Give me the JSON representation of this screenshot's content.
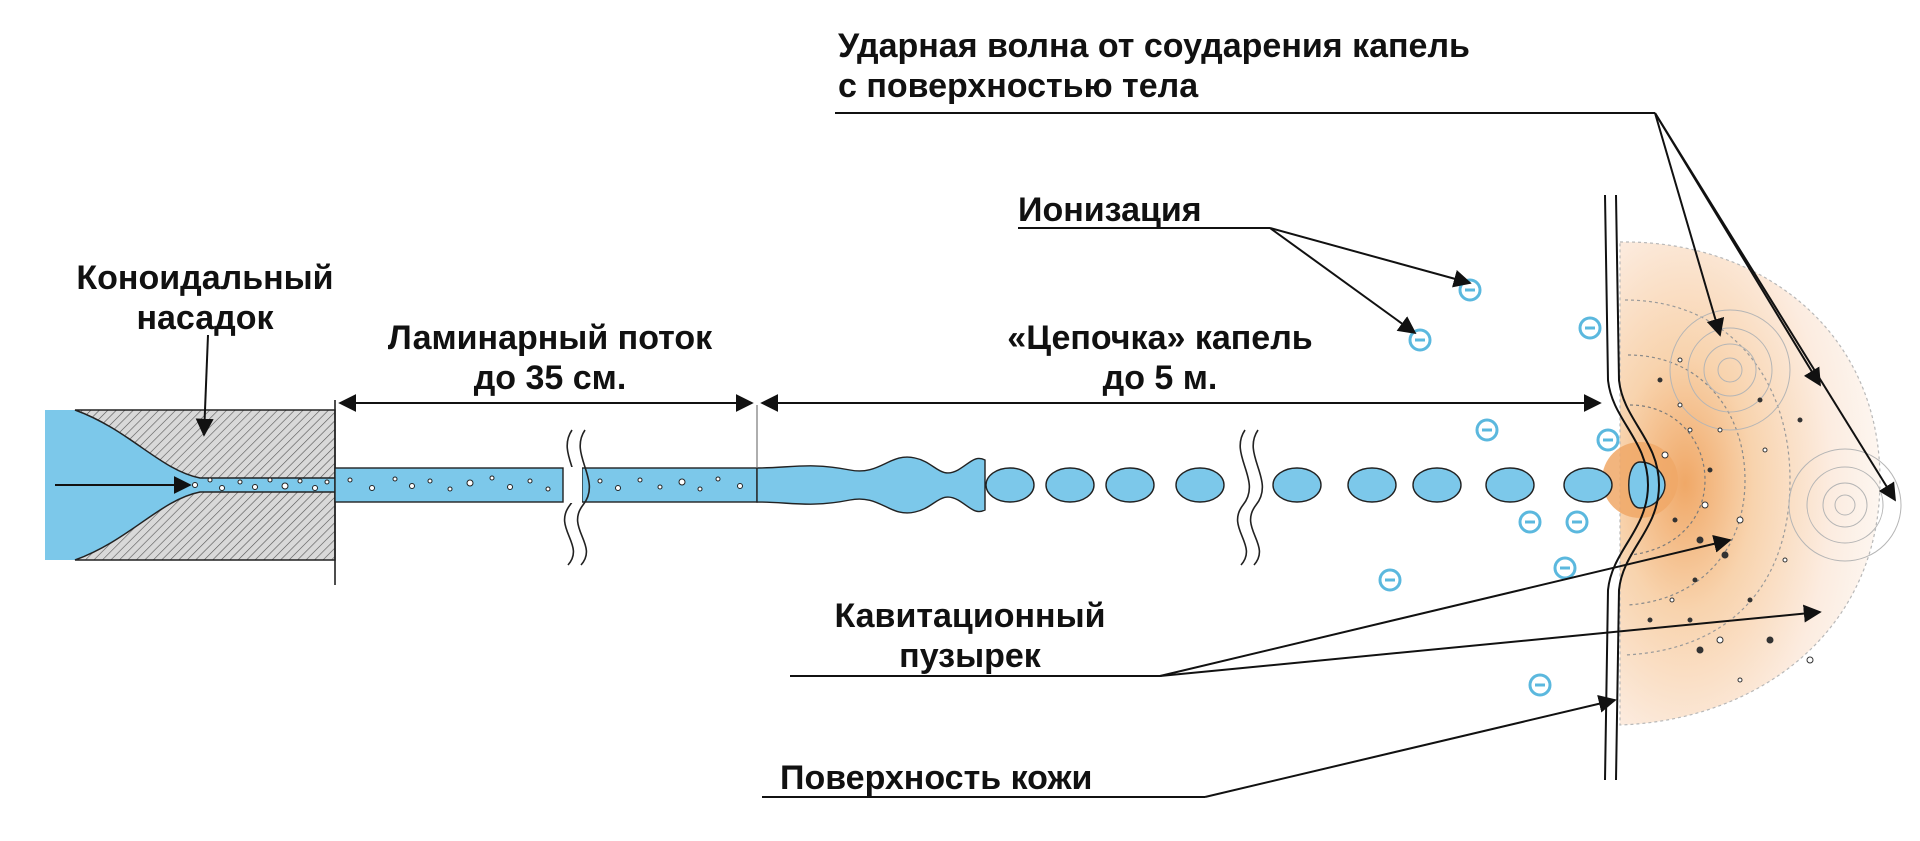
{
  "labels": {
    "nozzle": [
      "Коноидальный",
      "насадок"
    ],
    "laminar": [
      "Ламинарный поток",
      "до 35 см."
    ],
    "chain": [
      "«Цепочка» капель",
      "до 5 м."
    ],
    "ionization": "Ионизация",
    "shockwave": [
      "Ударная волна от соударения капель",
      "с поверхностью тела"
    ],
    "cavitation": [
      "Кавитационный",
      "пузырек"
    ],
    "skin": "Поверхность кожи"
  },
  "colors": {
    "water": "#7cc8ea",
    "water_stroke": "#2a2a2a",
    "ion": "#5bb8de",
    "shock_core": "#f2b27a",
    "shock_outer": "#fbe8d6",
    "line": "#111111"
  },
  "icons": {
    "ion": "minus-circle-icon",
    "arrow": "arrow-head-icon",
    "break": "wavy-break-icon"
  }
}
